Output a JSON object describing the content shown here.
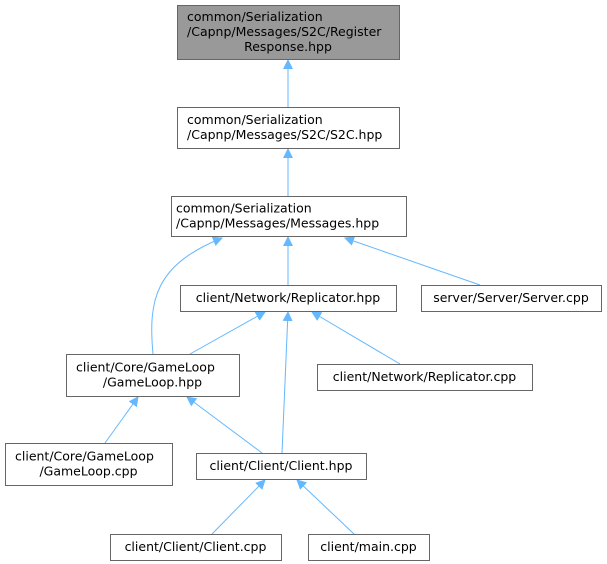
{
  "graph": {
    "colors": {
      "edge": "#63b8ff",
      "node_border": "#666666",
      "highlight_fill": "#999999",
      "node_fill": "#ffffff"
    },
    "nodes": [
      {
        "id": "register_response",
        "lines": [
          "common/Serialization",
          "/Capnp/Messages/S2C/Register",
          "Response.hpp"
        ],
        "highlighted": true
      },
      {
        "id": "s2c",
        "lines": [
          "common/Serialization",
          "/Capnp/Messages/S2C/S2C.hpp"
        ]
      },
      {
        "id": "messages",
        "lines": [
          "common/Serialization",
          "/Capnp/Messages/Messages.hpp"
        ]
      },
      {
        "id": "replicator_hpp",
        "lines": [
          "client/Network/Replicator.hpp"
        ]
      },
      {
        "id": "server_cpp",
        "lines": [
          "server/Server/Server.cpp"
        ]
      },
      {
        "id": "gameloop_hpp",
        "lines": [
          "client/Core/GameLoop",
          "/GameLoop.hpp"
        ]
      },
      {
        "id": "replicator_cpp",
        "lines": [
          "client/Network/Replicator.cpp"
        ]
      },
      {
        "id": "gameloop_cpp",
        "lines": [
          "client/Core/GameLoop",
          "/GameLoop.cpp"
        ]
      },
      {
        "id": "client_hpp",
        "lines": [
          "client/Client/Client.hpp"
        ]
      },
      {
        "id": "client_cpp",
        "lines": [
          "client/Client/Client.cpp"
        ]
      },
      {
        "id": "main_cpp",
        "lines": [
          "client/main.cpp"
        ]
      }
    ],
    "edges": [
      {
        "from": "s2c",
        "to": "register_response"
      },
      {
        "from": "messages",
        "to": "s2c"
      },
      {
        "from": "replicator_hpp",
        "to": "messages"
      },
      {
        "from": "server_cpp",
        "to": "messages"
      },
      {
        "from": "gameloop_hpp",
        "to": "messages"
      },
      {
        "from": "gameloop_hpp",
        "to": "replicator_hpp"
      },
      {
        "from": "replicator_cpp",
        "to": "replicator_hpp"
      },
      {
        "from": "client_hpp",
        "to": "replicator_hpp"
      },
      {
        "from": "gameloop_cpp",
        "to": "gameloop_hpp"
      },
      {
        "from": "client_hpp",
        "to": "gameloop_hpp"
      },
      {
        "from": "client_cpp",
        "to": "client_hpp"
      },
      {
        "from": "main_cpp",
        "to": "client_hpp"
      }
    ]
  }
}
